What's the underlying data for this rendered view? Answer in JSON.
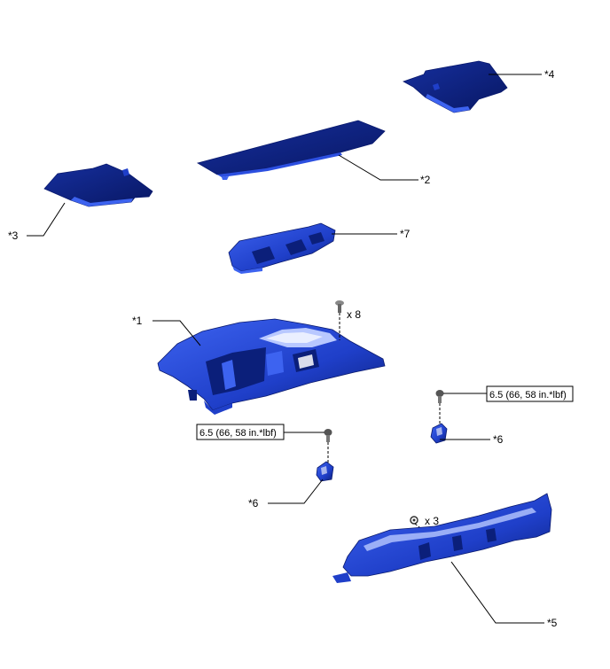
{
  "callouts": {
    "c1": "*1",
    "c2": "*2",
    "c3": "*3",
    "c4": "*4",
    "c5": "*5",
    "c6a": "*6",
    "c6b": "*6",
    "c7": "*7"
  },
  "quantities": {
    "screws_part1": "x 8",
    "clips_part5": "x 3"
  },
  "torque": {
    "right": "6.5 (66, 58 in.*lbf)",
    "left": "6.5 (66, 58 in.*lbf)"
  },
  "colors": {
    "part_dark": "#0b1f7a",
    "part_mid": "#1f3fc9",
    "part_light": "#3d63f0",
    "line": "#000000"
  }
}
